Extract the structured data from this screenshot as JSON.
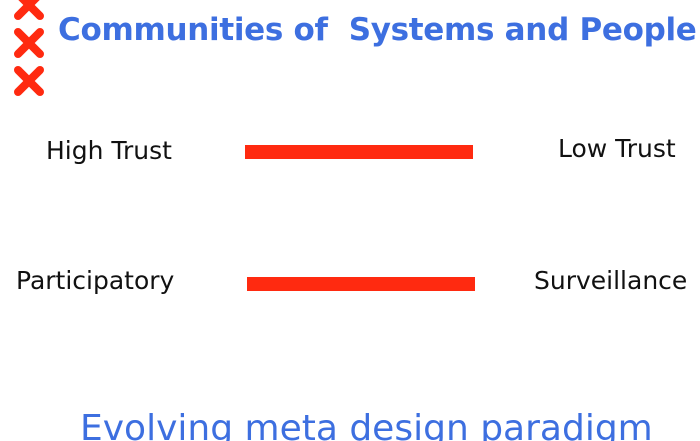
{
  "title": "Communities of  Systems and People",
  "rows": [
    {
      "left": "High Trust",
      "right": "Low Trust"
    },
    {
      "left": "Participatory",
      "right": "Surveillance"
    }
  ],
  "footer": "Evolving meta design paradigm",
  "icons": [
    "x-mark-icon",
    "x-mark-icon",
    "x-mark-icon"
  ],
  "colors": {
    "title": "#3d6fe0",
    "bar": "#ff2a10",
    "xmark": "#ff2a10",
    "text": "#111111"
  }
}
